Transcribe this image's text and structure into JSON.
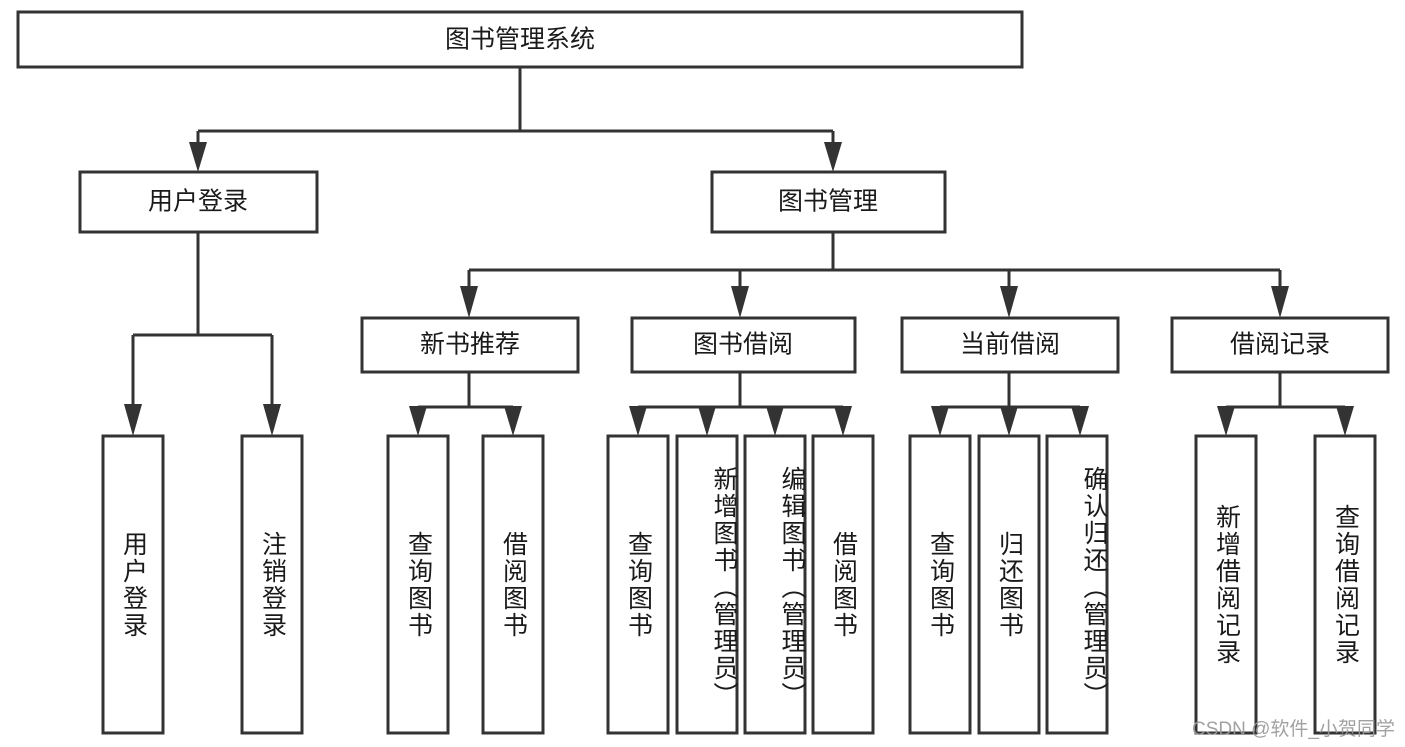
{
  "diagram": {
    "title": "图书管理系统",
    "type": "tree-hierarchy-chart",
    "root": {
      "label": "图书管理系统"
    },
    "level2": [
      {
        "label": "用户登录"
      },
      {
        "label": "图书管理"
      }
    ],
    "level3": [
      {
        "label": "新书推荐"
      },
      {
        "label": "图书借阅"
      },
      {
        "label": "当前借阅"
      },
      {
        "label": "借阅记录"
      }
    ],
    "leaves_user_login": [
      {
        "label": "用户登录"
      },
      {
        "label": "注销登录"
      }
    ],
    "leaves_new_book": [
      {
        "label": "查询图书"
      },
      {
        "label": "借阅图书"
      }
    ],
    "leaves_borrow": [
      {
        "label": "查询图书"
      },
      {
        "label": "新增图书（管理员）"
      },
      {
        "label": "编辑图书（管理员）"
      },
      {
        "label": "借阅图书"
      }
    ],
    "leaves_current": [
      {
        "label": "查询图书"
      },
      {
        "label": "归还图书"
      },
      {
        "label": "确认归还（管理员）"
      }
    ],
    "leaves_records": [
      {
        "label": "新增借阅记录"
      },
      {
        "label": "查询借阅记录"
      }
    ]
  },
  "watermark": {
    "text": "CSDN @软件_小贺同学"
  },
  "colors": {
    "stroke": "#333333",
    "box_fill": "#ffffff",
    "text": "#1a1a1a",
    "watermark": "#9a9a9a",
    "background": "#ffffff"
  }
}
